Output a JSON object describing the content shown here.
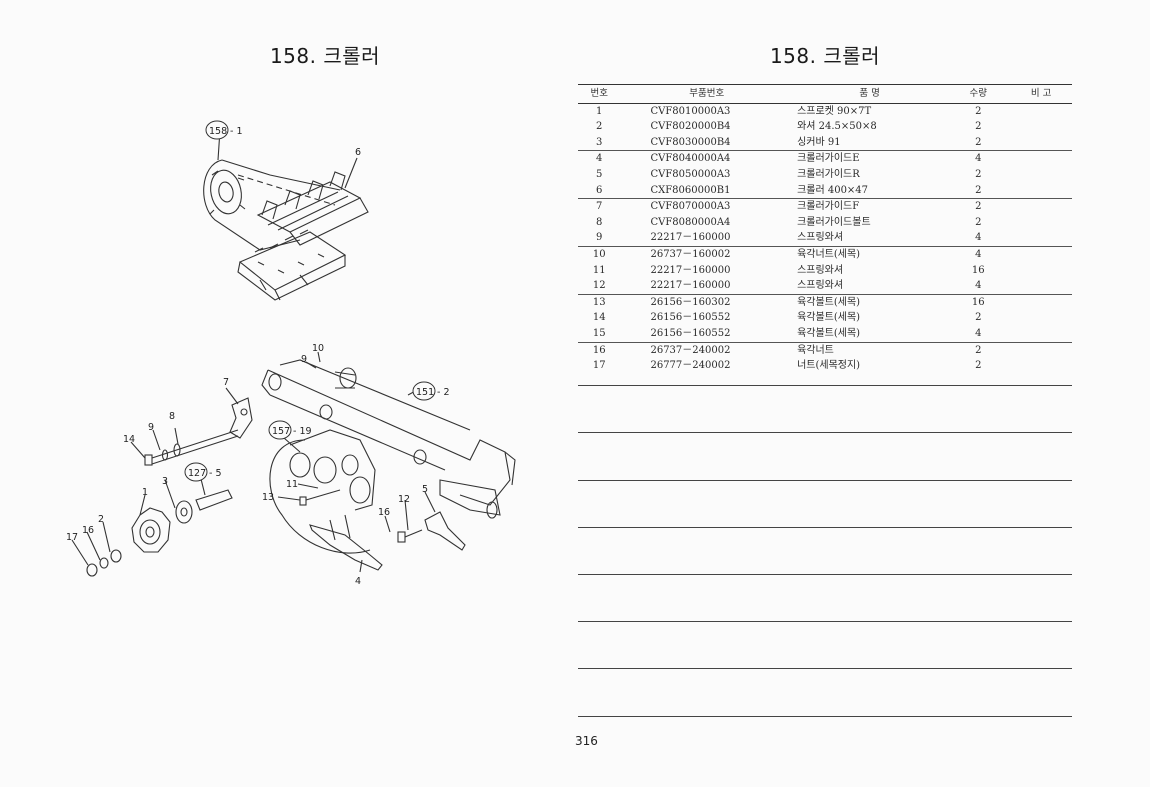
{
  "left_page": {
    "title": "158. 크롤러",
    "diagram": {
      "callouts": {
        "ref_158": "158",
        "ref_158_item": "- 1",
        "ref_151": "151",
        "ref_151_item": "- 2",
        "ref_157": "157",
        "ref_157_item": "- 19",
        "ref_127": "127",
        "ref_127_item": "- 5",
        "n1": "1",
        "n2": "2",
        "n3": "3",
        "n4": "4",
        "n5": "5",
        "n6": "6",
        "n7": "7",
        "n8": "8",
        "n9a": "9",
        "n9b": "9",
        "n10": "10",
        "n11": "11",
        "n12": "12",
        "n13": "13",
        "n14": "14",
        "n16a": "16",
        "n16b": "16",
        "n17": "17"
      }
    }
  },
  "right_page": {
    "title": "158. 크롤러",
    "table": {
      "headers": {
        "no": "번호",
        "part_number": "부품번호",
        "name": "품     명",
        "qty": "수량",
        "remarks": "비   고"
      },
      "rows": [
        {
          "no": "1",
          "part_number": "CVF8010000A3",
          "name": "스프로켓 90×7T",
          "qty": "2"
        },
        {
          "no": "2",
          "part_number": "CVF8020000B4",
          "name": "와셔 24.5×50×8",
          "qty": "2"
        },
        {
          "no": "3",
          "part_number": "CVF8030000B4",
          "name": "싱커바 91",
          "qty": "2"
        },
        {
          "no": "4",
          "part_number": "CVF8040000A4",
          "name": "크롤러가이드E",
          "qty": "4"
        },
        {
          "no": "5",
          "part_number": "CVF8050000A3",
          "name": "크롤러가이드R",
          "qty": "2"
        },
        {
          "no": "6",
          "part_number": "CXF8060000B1",
          "name": "크롤러 400×47",
          "qty": "2"
        },
        {
          "no": "7",
          "part_number": "CVF8070000A3",
          "name": "크롤러가이드F",
          "qty": "2"
        },
        {
          "no": "8",
          "part_number": "CVF8080000A4",
          "name": "크롤러가이드볼트",
          "qty": "2"
        },
        {
          "no": "9",
          "part_number": "22217－160000",
          "name": "스프링와셔",
          "qty": "4"
        },
        {
          "no": "10",
          "part_number": "26737－160002",
          "name": "육각너트(세목)",
          "qty": "4"
        },
        {
          "no": "11",
          "part_number": "22217－160000",
          "name": "스프링와셔",
          "qty": "16"
        },
        {
          "no": "12",
          "part_number": "22217－160000",
          "name": "스프링와셔",
          "qty": "4"
        },
        {
          "no": "13",
          "part_number": "26156－160302",
          "name": "육각볼트(세목)",
          "qty": "16"
        },
        {
          "no": "14",
          "part_number": "26156－160552",
          "name": "육각볼트(세목)",
          "qty": "2"
        },
        {
          "no": "15",
          "part_number": "26156－160552",
          "name": "육각볼트(세목)",
          "qty": "4"
        },
        {
          "no": "16",
          "part_number": "26737－240002",
          "name": "육각너트",
          "qty": "2"
        },
        {
          "no": "17",
          "part_number": "26777－240002",
          "name": "너트(세목정지)",
          "qty": "2"
        }
      ]
    }
  },
  "page_number": "316"
}
